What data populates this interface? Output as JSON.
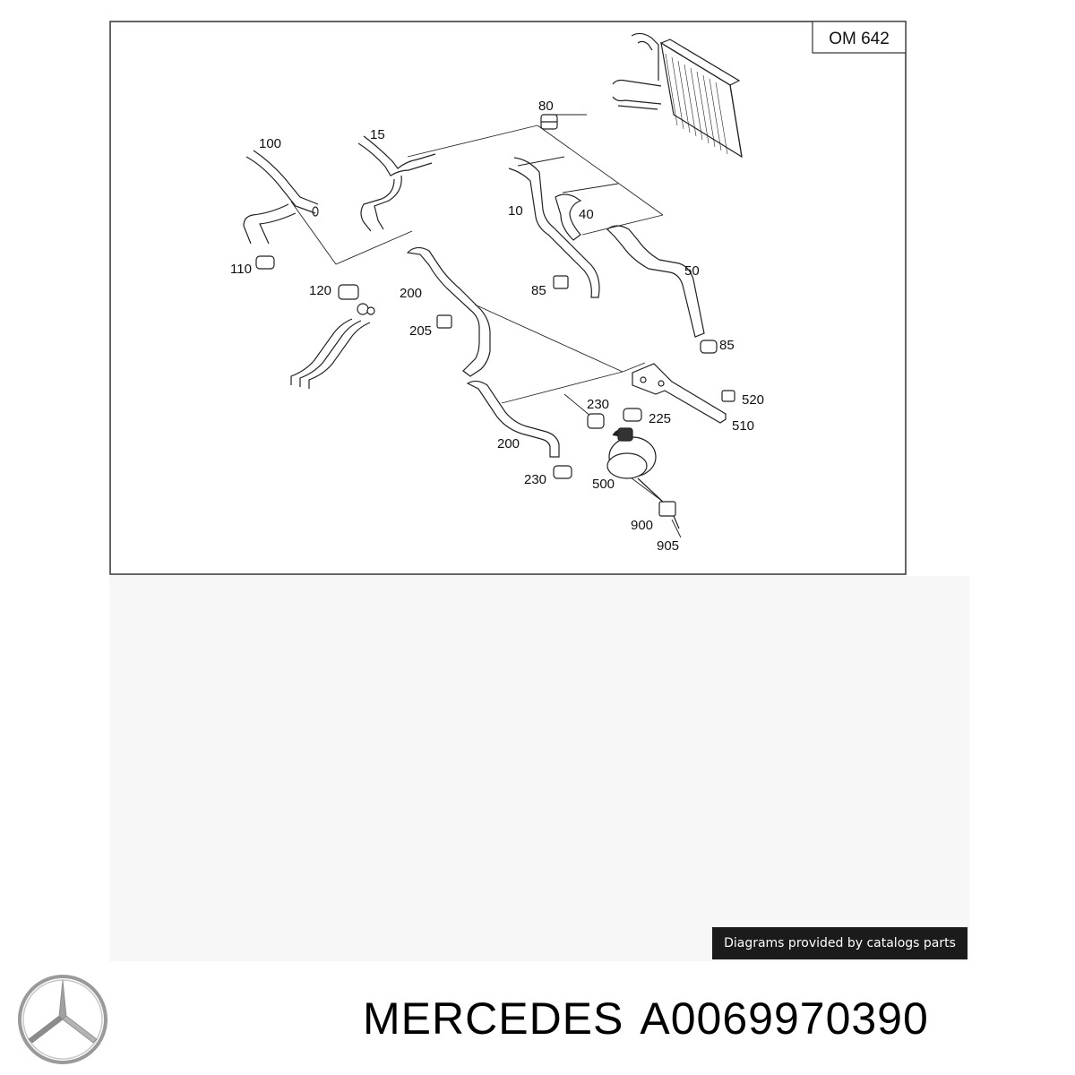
{
  "diagram": {
    "engine_code": "OM 642",
    "part_labels": {
      "p100": "100",
      "p15": "15",
      "p80": "80",
      "p10": "10",
      "p40": "40",
      "p50": "50",
      "p110": "110",
      "p120": "120",
      "p200a": "200",
      "p205": "205",
      "p85a": "85",
      "p85b": "85",
      "p520": "520",
      "p510": "510",
      "p230a": "230",
      "p225": "225",
      "p200b": "200",
      "p230b": "230",
      "p500": "500",
      "p900": "900",
      "p905": "905"
    }
  },
  "credit": "Diagrams provided by catalogs parts",
  "footer": {
    "brand": "MERCEDES",
    "part_number": "A0069970390"
  },
  "colors": {
    "line": "#222222",
    "badge_bg": "#1b1b1b",
    "logo": "#9a9a9a"
  },
  "icons": {
    "logo": "mercedes-star-logo"
  }
}
